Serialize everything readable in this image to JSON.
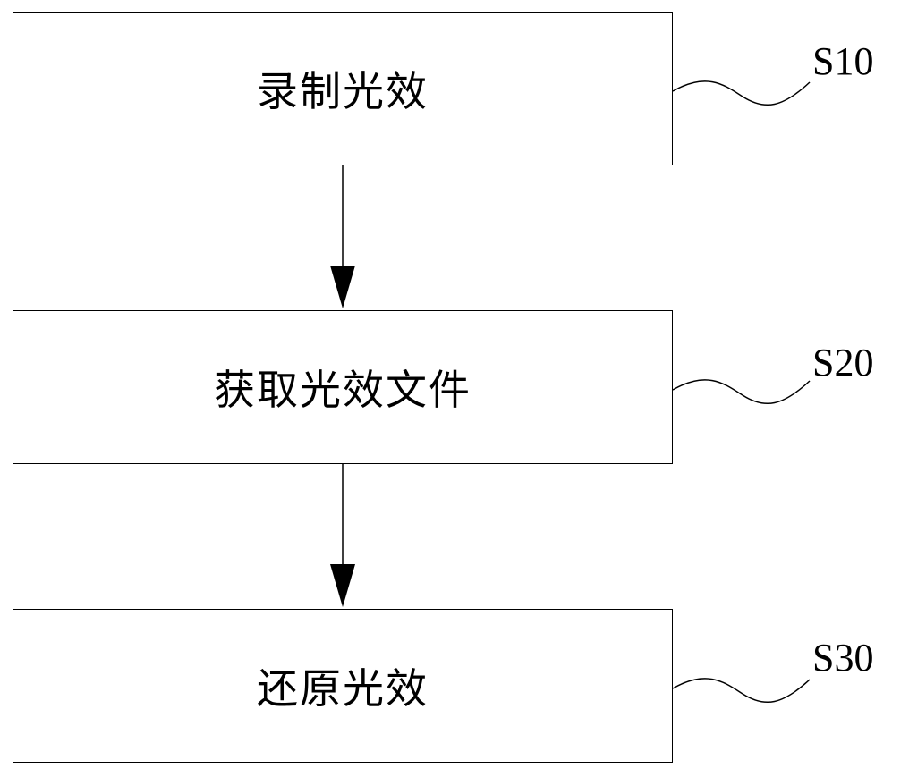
{
  "steps": [
    {
      "label": "录制光效",
      "code": "S10"
    },
    {
      "label": "获取光效文件",
      "code": "S20"
    },
    {
      "label": "还原光效",
      "code": "S30"
    }
  ]
}
